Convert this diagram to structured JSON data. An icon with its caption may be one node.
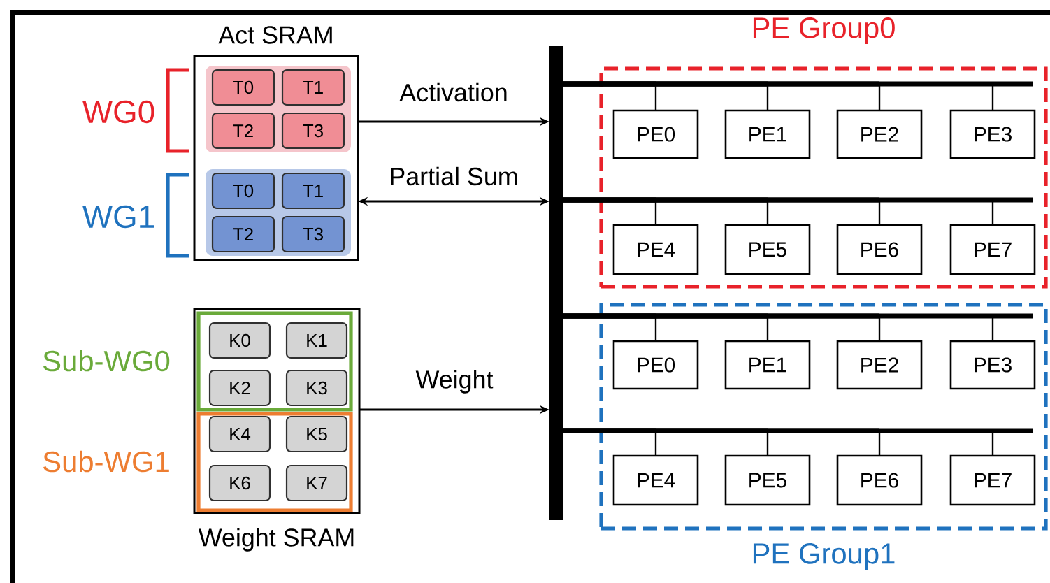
{
  "diagram": {
    "nodes": [
      {
        "text": [
          "Act SRAM"
        ]
      },
      {
        "text": [],
        "shape": "box",
        "in": 0
      },
      {
        "text": [
          "T0"
        ],
        "in": 1
      },
      {
        "text": [
          "T1"
        ],
        "in": 1
      },
      {
        "text": [
          "T2"
        ],
        "in": 1
      },
      {
        "text": [
          "T3"
        ],
        "in": 1
      },
      {
        "text": [],
        "shape": "box",
        "in": 0
      },
      {
        "text": [
          "T0"
        ],
        "in": 6
      },
      {
        "text": [
          "T1"
        ],
        "in": 6
      },
      {
        "text": [
          "T2"
        ],
        "in": 6
      },
      {
        "text": [
          "T3"
        ],
        "in": 6
      },
      {
        "text": [
          "Weight SRAM"
        ]
      },
      {
        "text": [],
        "shape": "box",
        "in": 11
      },
      {
        "text": [
          "K0"
        ],
        "in": 12
      },
      {
        "text": [
          "K1"
        ],
        "in": 12
      },
      {
        "text": [
          "K2"
        ],
        "in": 12
      },
      {
        "text": [
          "K3"
        ],
        "in": 12
      },
      {
        "text": [],
        "shape": "box",
        "in": 11
      },
      {
        "text": [
          "K4"
        ],
        "in": 17
      },
      {
        "text": [
          "K5"
        ],
        "in": 17
      },
      {
        "text": [
          "K6"
        ],
        "in": 17
      },
      {
        "text": [
          "K7"
        ],
        "in": 17
      },
      {
        "text": [],
        "shape": "bar"
      },
      {
        "text": [
          "PE Group0"
        ]
      },
      {
        "text": [
          "PE0"
        ],
        "in": 23
      },
      {
        "text": [
          "PE1"
        ],
        "in": 23
      },
      {
        "text": [
          "PE2"
        ],
        "in": 23
      },
      {
        "text": [
          "PE3"
        ],
        "in": 23
      },
      {
        "text": [
          "PE4"
        ],
        "in": 23
      },
      {
        "text": [
          "PE5"
        ],
        "in": 23
      },
      {
        "text": [
          "PE6"
        ],
        "in": 23
      },
      {
        "text": [
          "PE7"
        ],
        "in": 23
      },
      {
        "text": [
          "PE Group1"
        ]
      },
      {
        "text": [
          "PE0"
        ],
        "in": 32
      },
      {
        "text": [
          "PE1"
        ],
        "in": 32
      },
      {
        "text": [
          "PE2"
        ],
        "in": 32
      },
      {
        "text": [
          "PE3"
        ],
        "in": 32
      },
      {
        "text": [
          "PE4"
        ],
        "in": 32
      },
      {
        "text": [
          "PE5"
        ],
        "in": 32
      },
      {
        "text": [
          "PE6"
        ],
        "in": 32
      },
      {
        "text": [
          "PE7"
        ],
        "in": 32
      }
    ],
    "edges": [
      {
        "from": 0,
        "to": 22,
        "arrow": "to",
        "label": "Activation"
      },
      {
        "from": 0,
        "to": 22,
        "arrow": "both",
        "label": "Partial Sum"
      },
      {
        "from": 11,
        "to": 22,
        "arrow": "to",
        "label": "Weight"
      },
      {
        "from": 22,
        "to": 24,
        "arrow": "none"
      },
      {
        "from": 22,
        "to": 25,
        "arrow": "none"
      },
      {
        "from": 22,
        "to": 26,
        "arrow": "none"
      },
      {
        "from": 22,
        "to": 27,
        "arrow": "none"
      },
      {
        "from": 22,
        "to": 28,
        "arrow": "none"
      },
      {
        "from": 22,
        "to": 29,
        "arrow": "none"
      },
      {
        "from": 22,
        "to": 30,
        "arrow": "none"
      },
      {
        "from": 22,
        "to": 31,
        "arrow": "none"
      },
      {
        "from": 22,
        "to": 33,
        "arrow": "none"
      },
      {
        "from": 22,
        "to": 34,
        "arrow": "none"
      },
      {
        "from": 22,
        "to": 35,
        "arrow": "none"
      },
      {
        "from": 22,
        "to": 36,
        "arrow": "none"
      },
      {
        "from": 22,
        "to": 37,
        "arrow": "none"
      },
      {
        "from": 22,
        "to": 38,
        "arrow": "none"
      },
      {
        "from": 22,
        "to": 39,
        "arrow": "none"
      },
      {
        "from": 22,
        "to": 40,
        "arrow": "none"
      }
    ],
    "labels": [
      "WG0",
      "WG1",
      "Sub-WG0",
      "Sub-WG1"
    ]
  }
}
